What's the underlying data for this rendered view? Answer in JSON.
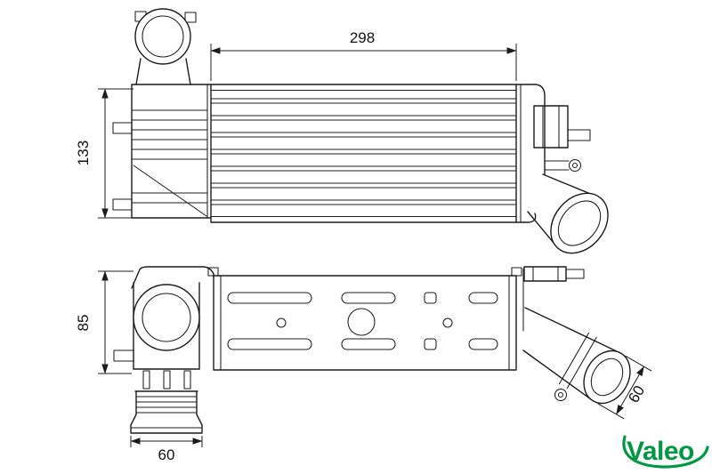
{
  "drawing": {
    "background": "#ffffff",
    "line_color": "#1c1c1c",
    "dimensions": {
      "core_width": "298",
      "tank_height_top_view": "133",
      "tank_height_bottom_view": "85",
      "hose_diameter": "60",
      "outlet_diameter": "60"
    },
    "brand": {
      "name": "Valeo",
      "color": "#009845"
    }
  }
}
